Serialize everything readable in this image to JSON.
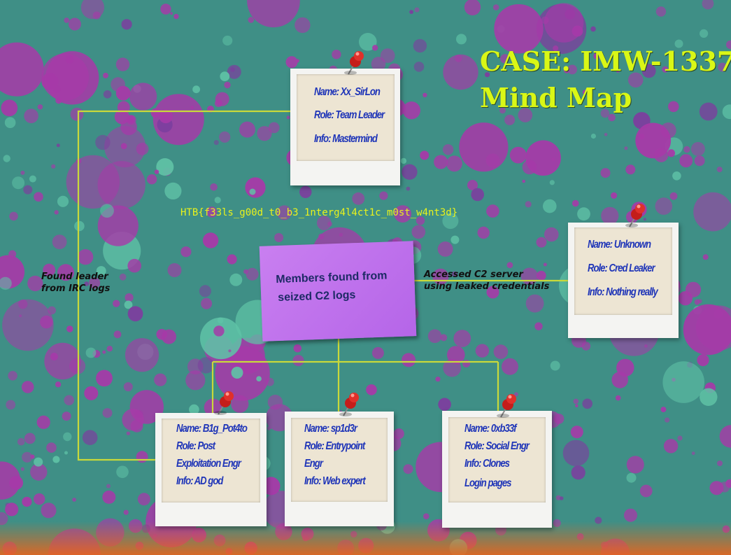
{
  "title": {
    "line1": "CASE: IMW-1337",
    "line2": "Mind Map"
  },
  "flag": "HTB{f33ls_g00d_t0_b3_1nterg4l4ct1c_m0st_w4nt3d}",
  "center_note": {
    "line1": "Members found from",
    "line2": "seized C2 logs"
  },
  "edge_labels": {
    "irc": {
      "line1": "Found leader",
      "line2": "from IRC logs"
    },
    "c2": {
      "line1": "Accessed C2 server",
      "line2": "using leaked credentials"
    }
  },
  "cards": {
    "leader": [
      "Name: Xx_SirLon",
      "Role: Team Leader",
      "Info: Mastermind"
    ],
    "unknown": [
      "Name: Unknown",
      "Role: Cred Leaker",
      "Info: Nothing really"
    ],
    "potato": [
      "Name: B1g_Pot4to",
      "Role: Post",
      "Exploitation Engr",
      "Info: AD god"
    ],
    "spider": [
      "Name: sp1d3r",
      "Role: Entrypoint",
      "Engr",
      "Info: Web expert"
    ],
    "beef": [
      "Name: 0xb33f",
      "Role: Social Engr",
      "Info: Clones",
      "Login pages"
    ]
  },
  "colors": {
    "background": "#3f8f86",
    "blobs": "#a63aa8",
    "connector": "#c9d93a",
    "title": "#d9f716",
    "flag": "#e9f21c",
    "card_text": "#1f35b8",
    "sticky": "#c07af0",
    "pin": "#d8241f"
  },
  "icons": [
    "pushpin-icon"
  ]
}
